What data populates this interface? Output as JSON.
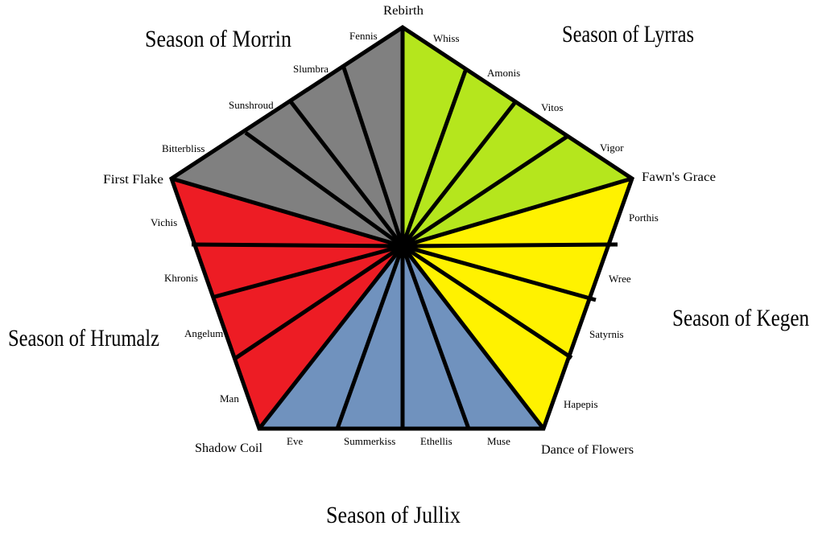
{
  "seasons": {
    "morrin": {
      "title": "Season of Morrin",
      "color": "#808080",
      "months": [
        "Fennis",
        "Slumbra",
        "Sunshroud",
        "Bitterbliss"
      ]
    },
    "lyrras": {
      "title": "Season of Lyrras",
      "color": "#b5e61d",
      "months": [
        "Whiss",
        "Amonis",
        "Vitos",
        "Vigor"
      ]
    },
    "kegen": {
      "title": "Season of Kegen",
      "color": "#fff200",
      "months": [
        "Porthis",
        "Wree",
        "Satyrnis",
        "Hapepis"
      ]
    },
    "jullix": {
      "title": "Season of Jullix",
      "color": "#7092be",
      "months": [
        "Eve",
        "Summerkiss",
        "Ethellis",
        "Muse"
      ]
    },
    "hrumalz": {
      "title": "Season of Hrumalz",
      "color": "#ed1c24",
      "months": [
        "Vichis",
        "Khronis",
        "Angelum",
        "Man"
      ]
    }
  },
  "vertices": {
    "top": "Rebirth",
    "right": "Fawn's Grace",
    "bottom_right": "Dance of Flowers",
    "bottom_left": "Shadow Coil",
    "left": "First Flake"
  }
}
